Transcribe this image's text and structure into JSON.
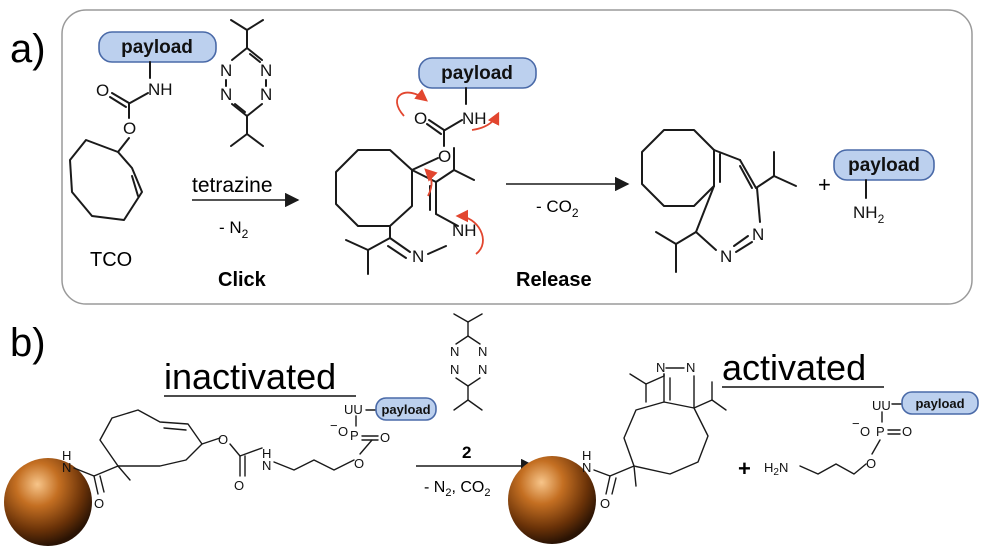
{
  "panel_a": {
    "label": "a)",
    "payload": "payload",
    "tco_label": "TCO",
    "reagent": "tetrazine",
    "byproduct_1": "- N",
    "byproduct_1_sub": "2",
    "step_1": "Click",
    "byproduct_2": "- CO",
    "byproduct_2_sub": "2",
    "step_2": "Release",
    "plus": "+",
    "amine": "NH",
    "amine_sub": "2",
    "atoms": {
      "N": "N",
      "NH": "NH",
      "O": "O"
    }
  },
  "panel_b": {
    "label": "b)",
    "left_title": "inactivated",
    "right_title": "activated",
    "reagent_number": "2",
    "conditions_prefix": "- N",
    "conditions_sub": "2",
    "conditions_suffix": ", CO",
    "conditions_sub_2": "2",
    "payload": "payload",
    "uu": "UU",
    "plus": "+",
    "h2n": "H",
    "h2n_sub": "2",
    "h2n_n": "N",
    "o_minus": "O",
    "p": "P",
    "o": "O",
    "h": "H",
    "n": "N",
    "minus": "−"
  },
  "colors": {
    "pill_fill": "#bcd0ee",
    "pill_border": "#4a6aa8",
    "arrow_red": "#e2462f",
    "bead": "#8a4a14",
    "frame": "#9a9a9a"
  }
}
